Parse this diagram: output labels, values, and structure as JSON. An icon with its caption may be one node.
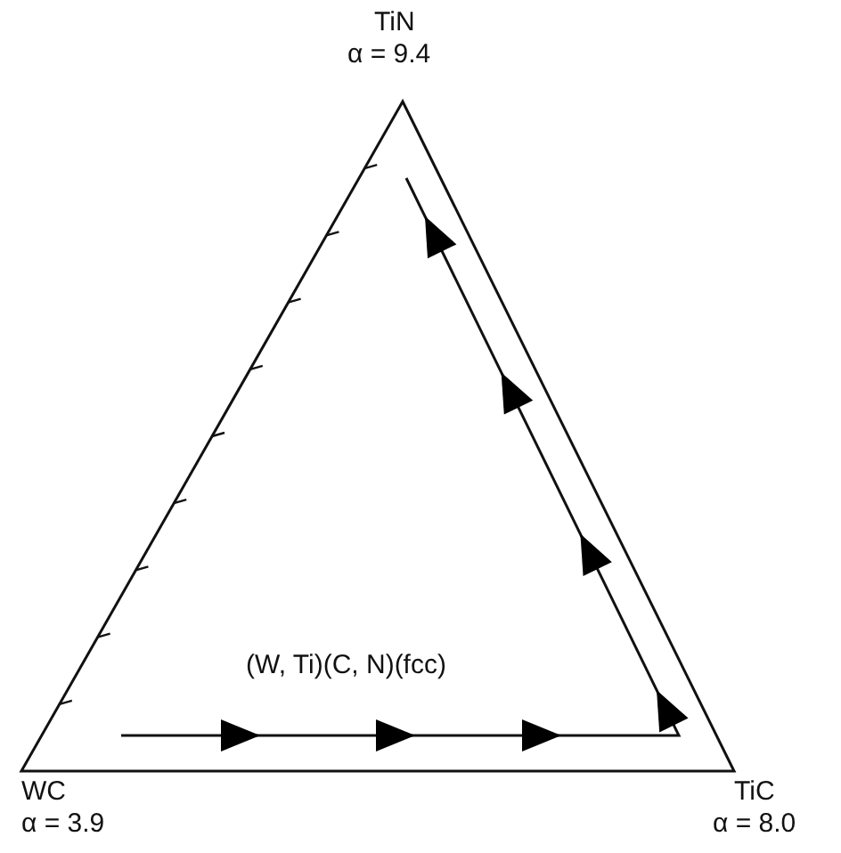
{
  "diagram": {
    "labels": [
      "TiN",
      "α = 9.4",
      "(W, Ti)(C, N)(fcc)",
      "WC",
      "α = 3.9",
      "TiC",
      "α = 8.0"
    ]
  }
}
